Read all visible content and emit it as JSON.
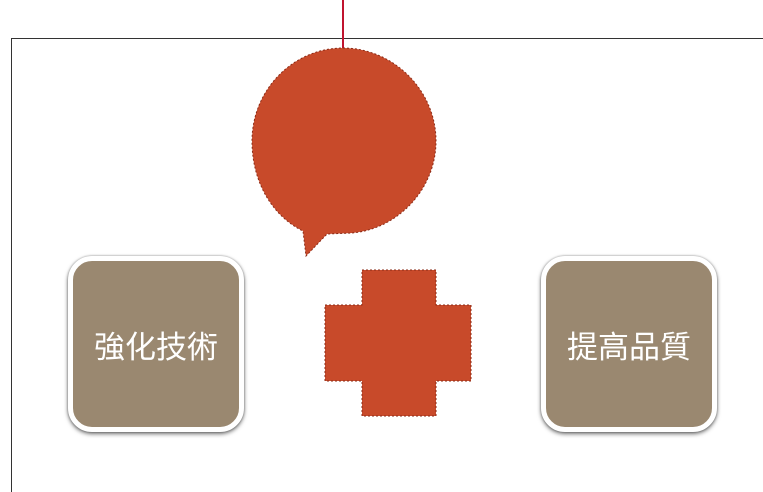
{
  "slide": {
    "boxes": [
      {
        "label": "強化技術"
      },
      {
        "label": "提高品質"
      }
    ]
  },
  "shapes": {
    "speech_bubble": {
      "icon": "speech-bubble-icon",
      "fill": "#c84a2a",
      "outline": "dashed",
      "selected": true
    },
    "plus_sign": {
      "icon": "plus-icon",
      "fill": "#c84a2a",
      "outline": "dashed",
      "selected": true
    },
    "box_fill": "#9a8870",
    "connector_color": "#c0142f"
  }
}
